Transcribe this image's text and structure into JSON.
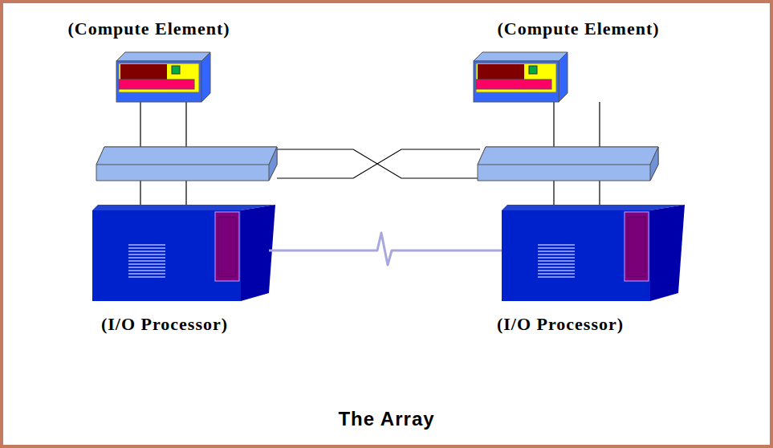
{
  "diagram": {
    "title": "The Array",
    "nodes": [
      {
        "text": [
          "(Compute Element)"
        ]
      },
      {
        "text": [
          "(Compute Element)"
        ]
      },
      {
        "text": [
          "(I/O Processor)"
        ]
      },
      {
        "text": [
          "(I/O Processor)"
        ]
      }
    ],
    "edges": [
      {
        "from": 2,
        "to": 3,
        "arrow": "none"
      }
    ]
  }
}
